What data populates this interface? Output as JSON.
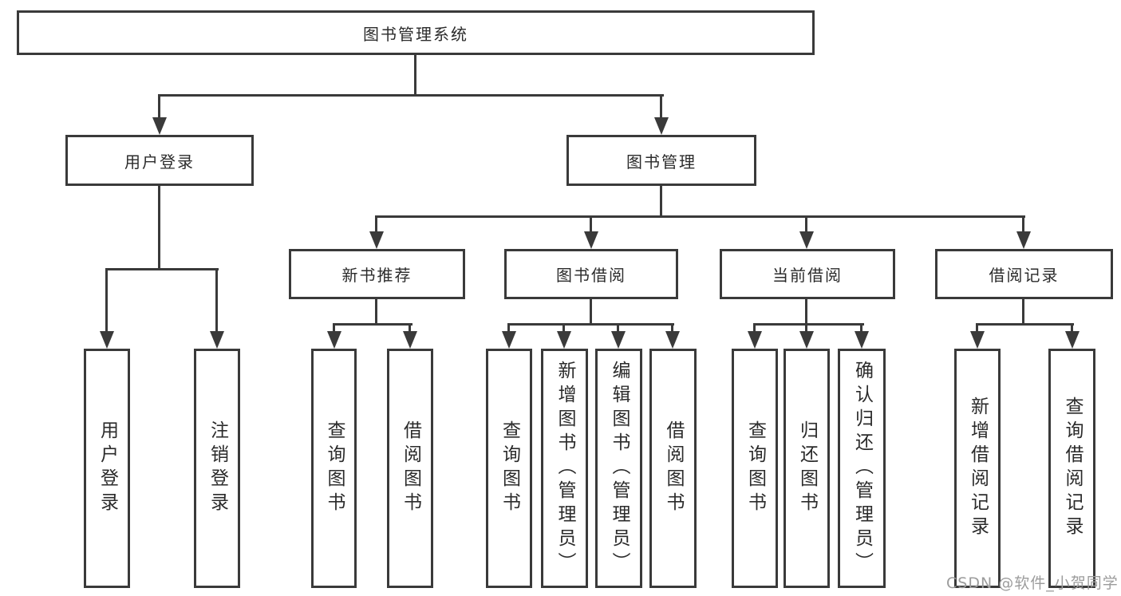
{
  "diagram": {
    "type": "hierarchy-tree",
    "root": {
      "label": "图书管理系统"
    },
    "level2": [
      {
        "label": "用户登录",
        "parent": "图书管理系统"
      },
      {
        "label": "图书管理",
        "parent": "图书管理系统"
      }
    ],
    "level3": [
      {
        "label": "新书推荐",
        "parent": "图书管理"
      },
      {
        "label": "图书借阅",
        "parent": "图书管理"
      },
      {
        "label": "当前借阅",
        "parent": "图书管理"
      },
      {
        "label": "借阅记录",
        "parent": "图书管理"
      }
    ],
    "leaves": [
      {
        "label": "用户登录",
        "parent": "用户登录"
      },
      {
        "label": "注销登录",
        "parent": "用户登录"
      },
      {
        "label": "查询图书",
        "parent": "新书推荐"
      },
      {
        "label": "借阅图书",
        "parent": "新书推荐"
      },
      {
        "label": "查询图书",
        "parent": "图书借阅"
      },
      {
        "label": "新增图书（管理员）",
        "parent": "图书借阅"
      },
      {
        "label": "编辑图书（管理员）",
        "parent": "图书借阅"
      },
      {
        "label": "借阅图书",
        "parent": "图书借阅"
      },
      {
        "label": "查询图书",
        "parent": "当前借阅"
      },
      {
        "label": "归还图书",
        "parent": "当前借阅"
      },
      {
        "label": "确认归还（管理员）",
        "parent": "当前借阅"
      },
      {
        "label": "新增借阅记录",
        "parent": "借阅记录"
      },
      {
        "label": "查询借阅记录",
        "parent": "借阅记录"
      }
    ]
  },
  "watermark": {
    "text": "CSDN @软件_小贺同学"
  },
  "colors": {
    "line": "#3a3a3a",
    "text": "#2b2b2b",
    "watermark": "#9c9c9c",
    "background": "#ffffff"
  }
}
